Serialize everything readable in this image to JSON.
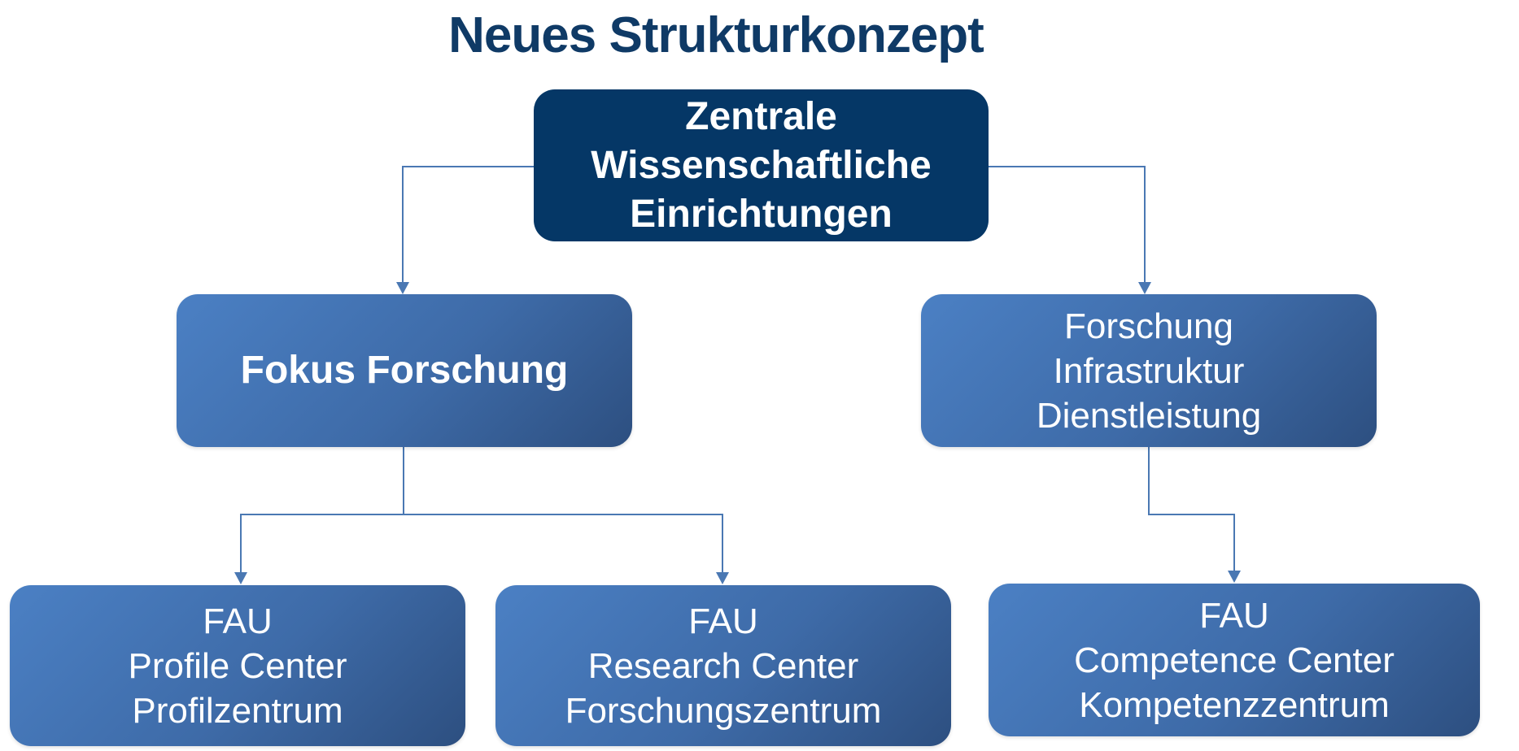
{
  "title": "Neues Strukturkonzept",
  "root": {
    "lines": [
      "Zentrale",
      "Wissenschaftliche",
      "Einrichtungen"
    ]
  },
  "level2": [
    {
      "lines": [
        "Fokus Forschung"
      ]
    },
    {
      "lines": [
        "Forschung",
        "Infrastruktur",
        "Dienstleistung"
      ]
    }
  ],
  "level3": [
    {
      "lines": [
        "FAU",
        "Profile Center",
        "Profilzentrum"
      ]
    },
    {
      "lines": [
        "FAU",
        "Research Center",
        "Forschungszentrum"
      ]
    },
    {
      "lines": [
        "FAU",
        "Competence Center",
        "Kompetenzzentrum"
      ]
    }
  ],
  "colors": {
    "title": "#0f3a66",
    "root_fill": "#053766",
    "box_gradient_light": "#4b80c4",
    "box_gradient_dark": "#2d4f80",
    "connector": "#4a78b3"
  }
}
